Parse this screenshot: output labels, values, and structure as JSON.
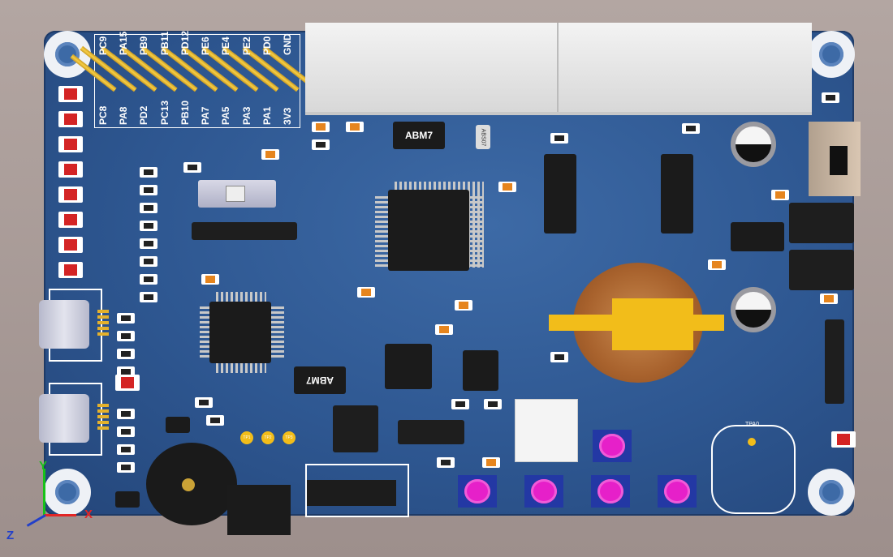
{
  "header": {
    "top_pins": [
      "PC9",
      "PA15",
      "PB9",
      "PB11",
      "PD12",
      "PE6",
      "PE4",
      "PE2",
      "PD0",
      "GND"
    ],
    "bottom_pins": [
      "PC8",
      "PA8",
      "PD2",
      "PC13",
      "PB10",
      "PA7",
      "PA5",
      "PA3",
      "PA1",
      "3V3"
    ]
  },
  "labels": {
    "crystal_top": "ABM7",
    "crystal_bottom": "ABM7",
    "crystal_small": "ABS07",
    "tp0": "TPA0",
    "tp1": "TP1",
    "tp2": "TP2",
    "tp3": "TP3"
  },
  "axes": {
    "x": "X",
    "y": "Y",
    "z": "Z"
  },
  "colors": {
    "board": "#2e5791",
    "gold": "#f7cf45",
    "button": "#e620c9",
    "button_base": "#2338a4",
    "led": "#d42424"
  },
  "icons": [
    "mounting-hole-icon",
    "pin-header-icon",
    "usb-connector-icon",
    "battery-holder-icon",
    "buzzer-icon",
    "capacitor-icon",
    "push-button-icon",
    "axis-triad-icon"
  ]
}
